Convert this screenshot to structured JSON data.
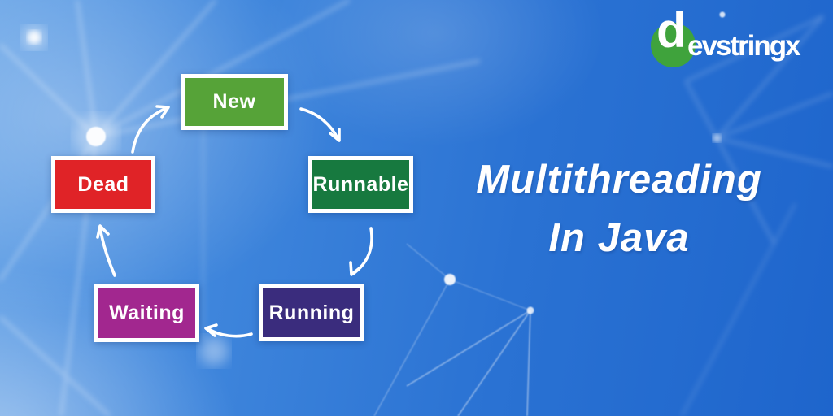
{
  "logo": {
    "full_name": "devstringx",
    "d_letter": "d",
    "rest_letters": "evstringx",
    "circle_color": "#3fa33c",
    "text_color": "#ffffff"
  },
  "title": {
    "line1": "Multithreading",
    "line2": "In Java",
    "color": "#ffffff"
  },
  "diagram": {
    "description": "Java thread lifecycle state diagram arranged in a cycle",
    "states": [
      {
        "label": "New",
        "color": "#56a338"
      },
      {
        "label": "Runnable",
        "color": "#17793f"
      },
      {
        "label": "Running",
        "color": "#3a2c7d"
      },
      {
        "label": "Waiting",
        "color": "#a2278f"
      },
      {
        "label": "Dead",
        "color": "#e02327"
      }
    ],
    "arrows": [
      {
        "name": "dead-to-new"
      },
      {
        "name": "new-to-runnable"
      },
      {
        "name": "runnable-to-running"
      },
      {
        "name": "running-to-waiting"
      },
      {
        "name": "waiting-to-dead"
      }
    ],
    "arrow_color": "#ffffff"
  },
  "background": {
    "gradient_left": "#63a1e6",
    "gradient_right": "#1e65cc",
    "pattern": "network-plexus-nodes-and-lines"
  }
}
